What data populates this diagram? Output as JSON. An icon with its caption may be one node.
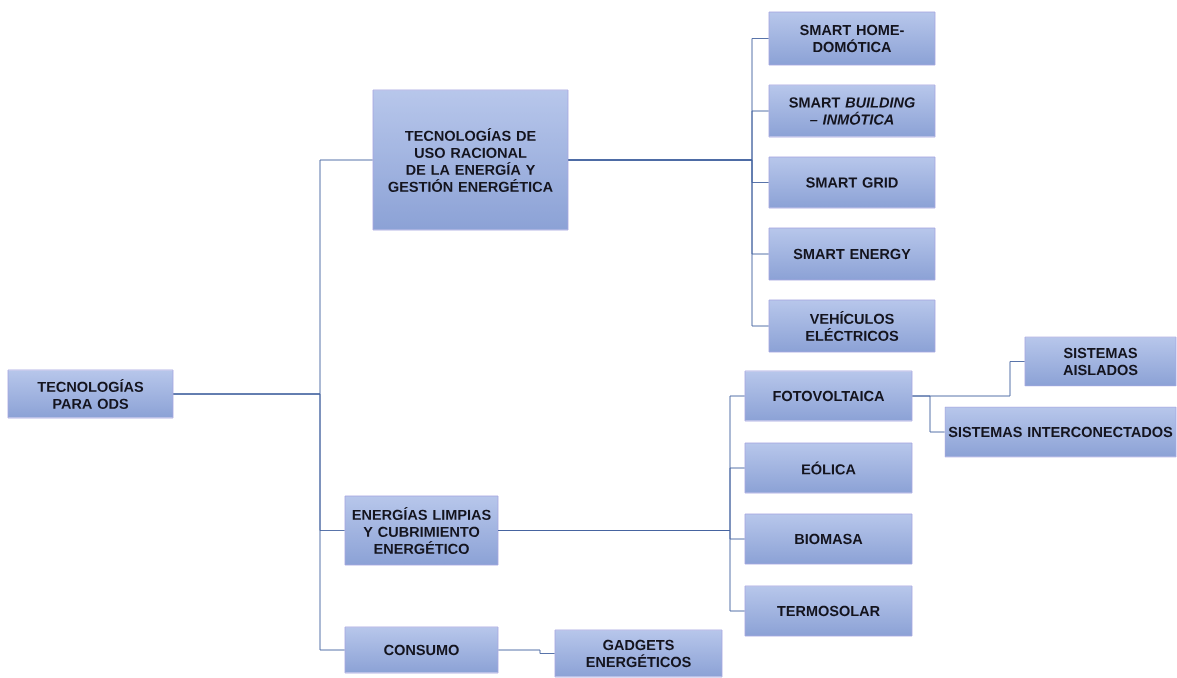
{
  "diagram": {
    "nodes": [
      {
        "text": [
          "TECNOLOGÍAS PARA ODS"
        ]
      },
      {
        "text": [
          "TECNOLOGÍAS DE USO RACIONAL DE LA ENERGÍA Y GESTIÓN ENERGÉTICA"
        ]
      },
      {
        "text": [
          "ENERGÍAS LIMPIAS Y CUBRIMIENTO ENERGÉTICO"
        ]
      },
      {
        "text": [
          "CONSUMO"
        ]
      },
      {
        "text": [
          "GADGETS ENERGÉTICOS"
        ]
      },
      {
        "text": [
          "SMART HOME-DOMÓTICA"
        ]
      },
      {
        "text": [
          "SMART *BUILDING* *– INMÓTICA*"
        ]
      },
      {
        "text": [
          "SMART GRID"
        ]
      },
      {
        "text": [
          "SMART ENERGY"
        ]
      },
      {
        "text": [
          "VEHÍCULOS ELÉCTRICOS"
        ]
      },
      {
        "text": [
          "FOTOVOLTAICA"
        ]
      },
      {
        "text": [
          "EÓLICA"
        ]
      },
      {
        "text": [
          "BIOMASA"
        ]
      },
      {
        "text": [
          "TERMOSOLAR"
        ]
      },
      {
        "text": [
          "SISTEMAS AISLADOS"
        ]
      },
      {
        "text": [
          "SISTEMAS INTERCONECTADOS"
        ]
      }
    ],
    "edges": [
      {
        "from": 0,
        "to": 1,
        "arrow": "none"
      },
      {
        "from": 0,
        "to": 2,
        "arrow": "none"
      },
      {
        "from": 0,
        "to": 3,
        "arrow": "none"
      },
      {
        "from": 1,
        "to": 5,
        "arrow": "none"
      },
      {
        "from": 1,
        "to": 6,
        "arrow": "none"
      },
      {
        "from": 1,
        "to": 7,
        "arrow": "none"
      },
      {
        "from": 1,
        "to": 8,
        "arrow": "none"
      },
      {
        "from": 1,
        "to": 9,
        "arrow": "none"
      },
      {
        "from": 2,
        "to": 10,
        "arrow": "none"
      },
      {
        "from": 2,
        "to": 11,
        "arrow": "none"
      },
      {
        "from": 2,
        "to": 12,
        "arrow": "none"
      },
      {
        "from": 2,
        "to": 13,
        "arrow": "none"
      },
      {
        "from": 3,
        "to": 4,
        "arrow": "none"
      },
      {
        "from": 10,
        "to": 14,
        "arrow": "none"
      },
      {
        "from": 10,
        "to": 15,
        "arrow": "none"
      }
    ]
  }
}
